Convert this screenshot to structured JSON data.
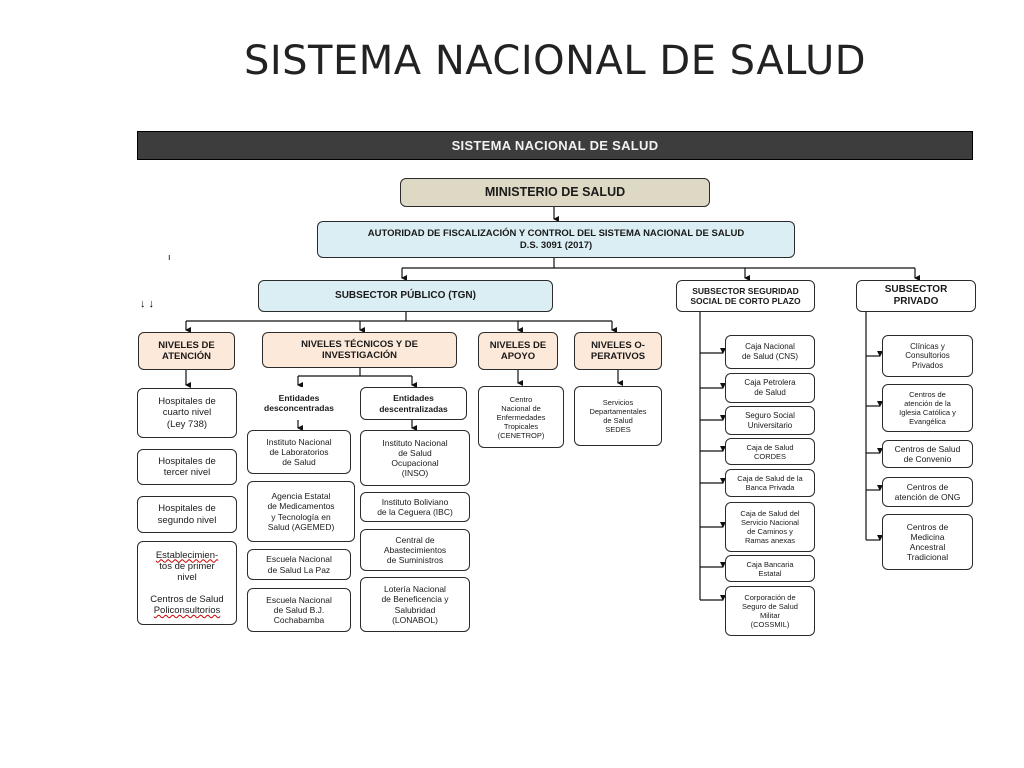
{
  "slide_title": "SISTEMA NACIONAL DE SALUD",
  "banner": "SISTEMA NACIONAL DE SALUD",
  "ministerio": "MINISTERIO DE SALUD",
  "autoridad": "AUTORIDAD DE FISCALIZACIÓN Y CONTROL DEL SISTEMA NACIONAL DE SALUD\nD.S. 3091 (2017)",
  "subsectors": {
    "publico": "SUBSECTOR PÚBLICO (TGN)",
    "seguridad": "SUBSECTOR SEGURIDAD\nSOCIAL DE CORTO PLAZO",
    "privado": "SUBSECTOR\nPRIVADO"
  },
  "niveles": {
    "atencion": "NIVELES DE\nATENCIÓN",
    "tecnicos": "NIVELES TÉCNICOS Y DE\nINVESTIGACIÓN",
    "apoyo": "NIVELES DE\nAPOYO",
    "operativos": "NIVELES O-\nPERATIVOS"
  },
  "atencion_items": {
    "cuarto": "Hospitales de\ncuarto nivel\n(Ley 738)",
    "tercer": "Hospitales de\ntercer nivel",
    "segundo": "Hospitales de\nsegundo nivel",
    "primer_a": "Establecimien-",
    "primer_b": "tos de primer\nnivel",
    "primer_c": "Centros de Salud",
    "primer_d": "Policonsultorios"
  },
  "entidades": {
    "desconcentradas": "Entidades\ndesconcentradas",
    "descentralizadas": "Entidades\ndescentralizadas"
  },
  "desconcentradas_items": [
    "Instituto Nacional\nde Laboratorios\nde Salud",
    "Agencia Estatal\nde Medicamentos\ny Tecnología en\nSalud (AGEMED)",
    "Escuela Nacional\nde Salud La Paz",
    "Escuela Nacional\nde Salud B.J.\nCochabamba"
  ],
  "descentralizadas_items": [
    "Instituto Nacional\nde Salud\nOcupacional\n(INSO)",
    "Instituto Boliviano\nde la Ceguera (IBC)",
    "Central de\nAbastecimientos\nde Suministros",
    "Lotería Nacional\nde Beneficencia y\nSalubridad\n(LONABOL)"
  ],
  "apoyo_item": "Centro\nNacional de\nEnfermedades\nTropicales\n(CENETROP)",
  "operativos_item": "Servicios\nDepartamentales\nde Salud\nSEDES",
  "seguridad_items": [
    "Caja Nacional\nde Salud (CNS)",
    "Caja Petrolera\nde Salud",
    "Seguro Social\nUniversitario",
    "Caja de Salud\nCORDES",
    "Caja de Salud de la\nBanca Privada",
    "Caja de Salud del\nServicio Nacional\nde Caminos y\nRamas anexas",
    "Caja Bancaria\nEstatal",
    "Corporación de\nSeguro de Salud\nMilitar\n(COSSMIL)"
  ],
  "privado_items": [
    "Clínicas y\nConsultorios\nPrivados",
    "Centros de\natención de la\nIglesia Católica y\nEvangélica",
    "Centros de Salud\nde Convenio",
    "Centros de\natención de ONG",
    "Centros de\nMedicina\nAncestral\nTradicional"
  ],
  "margin_marks": "↓ ↓",
  "colors": {
    "banner": "#3d3d3d",
    "ministerio": "#ddd9c4",
    "autoridad": "#dbeef4",
    "publico": "#dbeef4",
    "niveles": "#fde9d9"
  }
}
